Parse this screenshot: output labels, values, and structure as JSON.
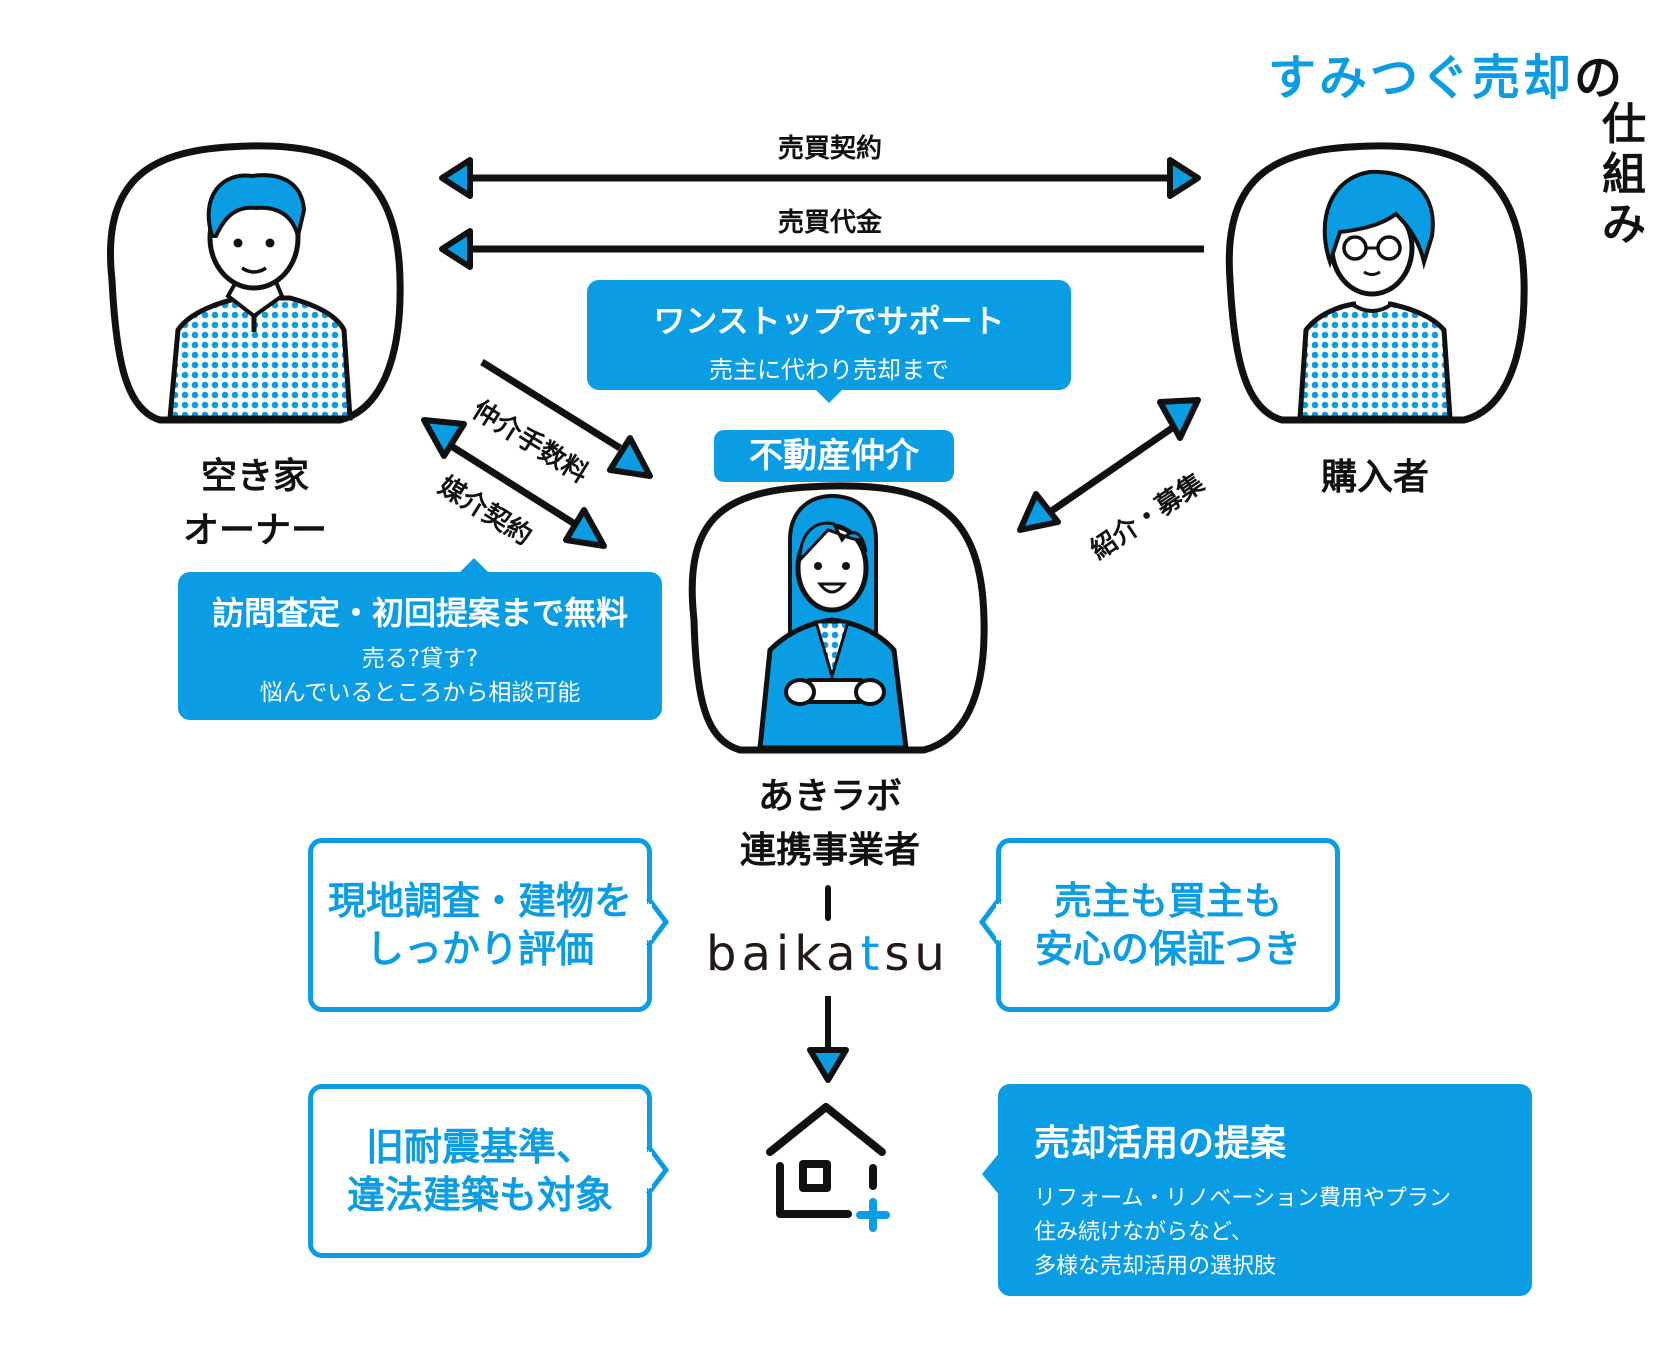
{
  "title": {
    "highlight": "すみつぐ売却",
    "particle": "の",
    "vertical_chars": [
      "仕",
      "組",
      "み"
    ]
  },
  "colors": {
    "accent": "#0a9de4",
    "ink": "#111111",
    "background": "#ffffff"
  },
  "actors": {
    "owner": {
      "line1": "空き家",
      "line2": "オーナー",
      "icon": "elderly-man-illustration"
    },
    "buyer": {
      "label": "購入者",
      "icon": "young-person-glasses-illustration"
    },
    "broker": {
      "tag": "不動産仲介",
      "line1": "あきラボ",
      "line2": "連携事業者",
      "icon": "businesswoman-illustration"
    }
  },
  "arrows": {
    "contract": "売買契約",
    "payment": "売買代金",
    "brokerage_fee": "仲介手数料",
    "mediation_contract": "媒介契約",
    "introduction": "紹介・募集"
  },
  "callouts": {
    "one_stop": {
      "title": "ワンストップでサポート",
      "subtitle": "売主に代わり売却まで"
    },
    "free": {
      "title": "訪問査定・初回提案まで無料",
      "line1": "売る?貸す?",
      "line2": "悩んでいるところから相談可能"
    },
    "survey": {
      "line1": "現地調査・建物を",
      "line2": "しっかり評価"
    },
    "guarantee": {
      "line1": "売主も買主も",
      "line2": "安心の保証つき"
    },
    "old_standard": {
      "line1": "旧耐震基準、",
      "line2": "違法建築も対象"
    },
    "proposal": {
      "title": "売却活用の提案",
      "line1": "リフォーム・リノベーション費用やプラン",
      "line2": "住み続けながらなど、",
      "line3": "多様な売却活用の選択肢"
    }
  },
  "brand": {
    "pre": "baika",
    "accent_char": "t",
    "post": "su"
  },
  "house_icon": "house-plus-icon"
}
